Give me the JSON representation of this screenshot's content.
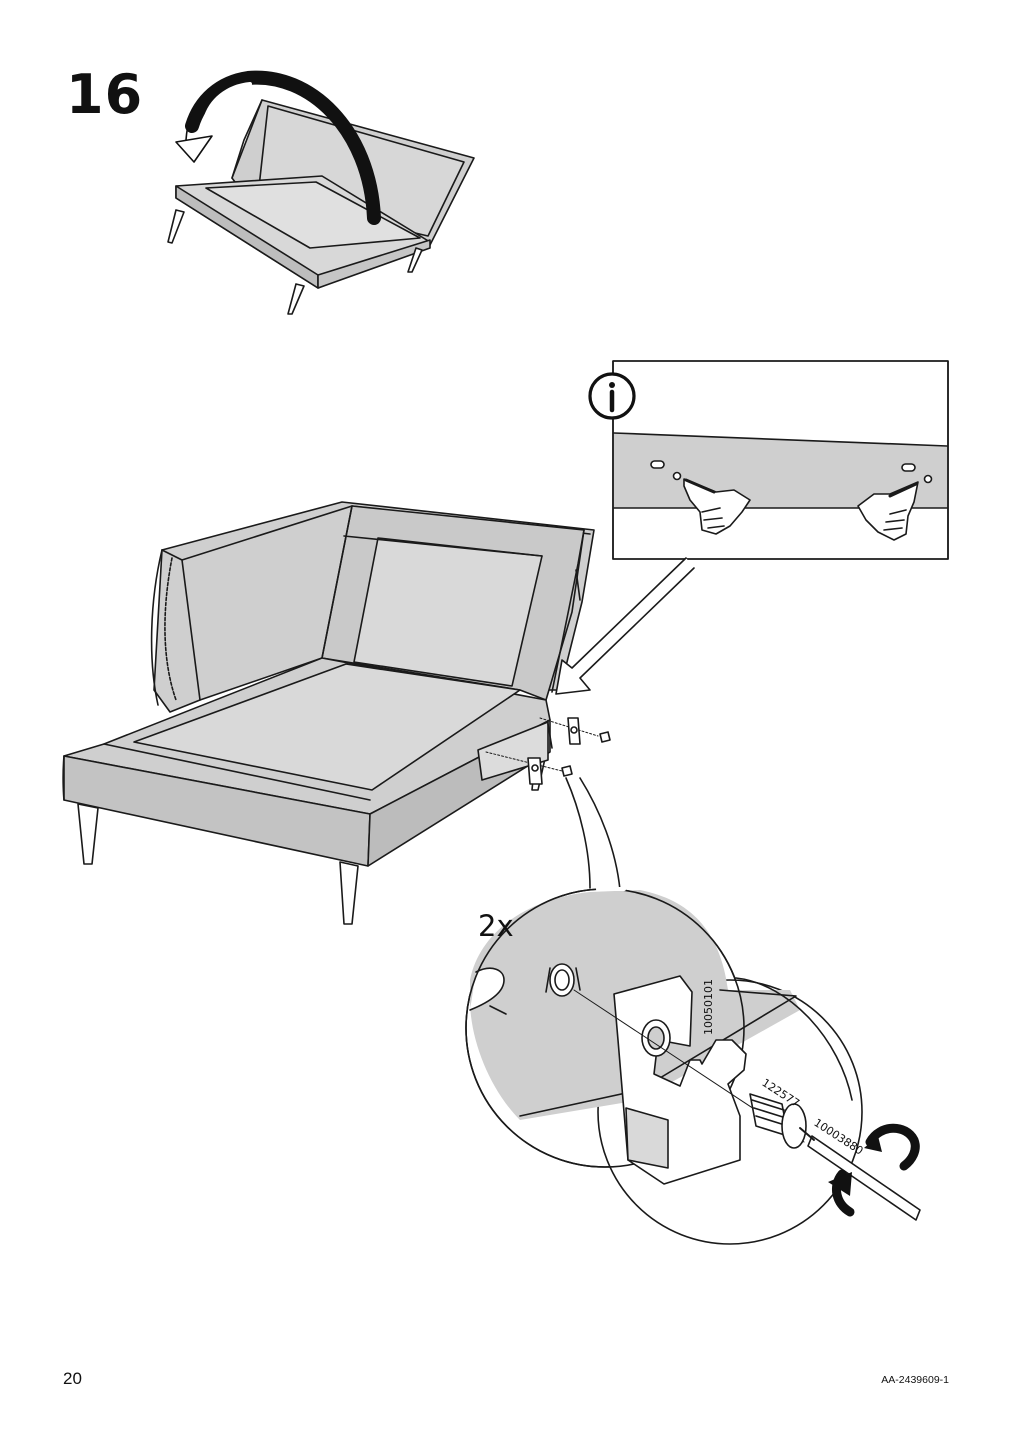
{
  "step": {
    "number": "16"
  },
  "detail": {
    "quantity": "2x",
    "parts": {
      "bracket": "10050101",
      "screw": "122577",
      "tool": "10003880"
    }
  },
  "footer": {
    "page_number": "20",
    "doc_code": "AA-2439609-1"
  },
  "icons": [
    "rotate-arrow-icon",
    "info-icon",
    "pointing-hand-icon",
    "pointing-arrow-icon",
    "rotate-clockwise-icon"
  ],
  "colors": {
    "line": "#1a1a1a",
    "fabric": "#d3d3d3",
    "fabric_dark": "#bdbdbd",
    "paper": "#ffffff"
  }
}
